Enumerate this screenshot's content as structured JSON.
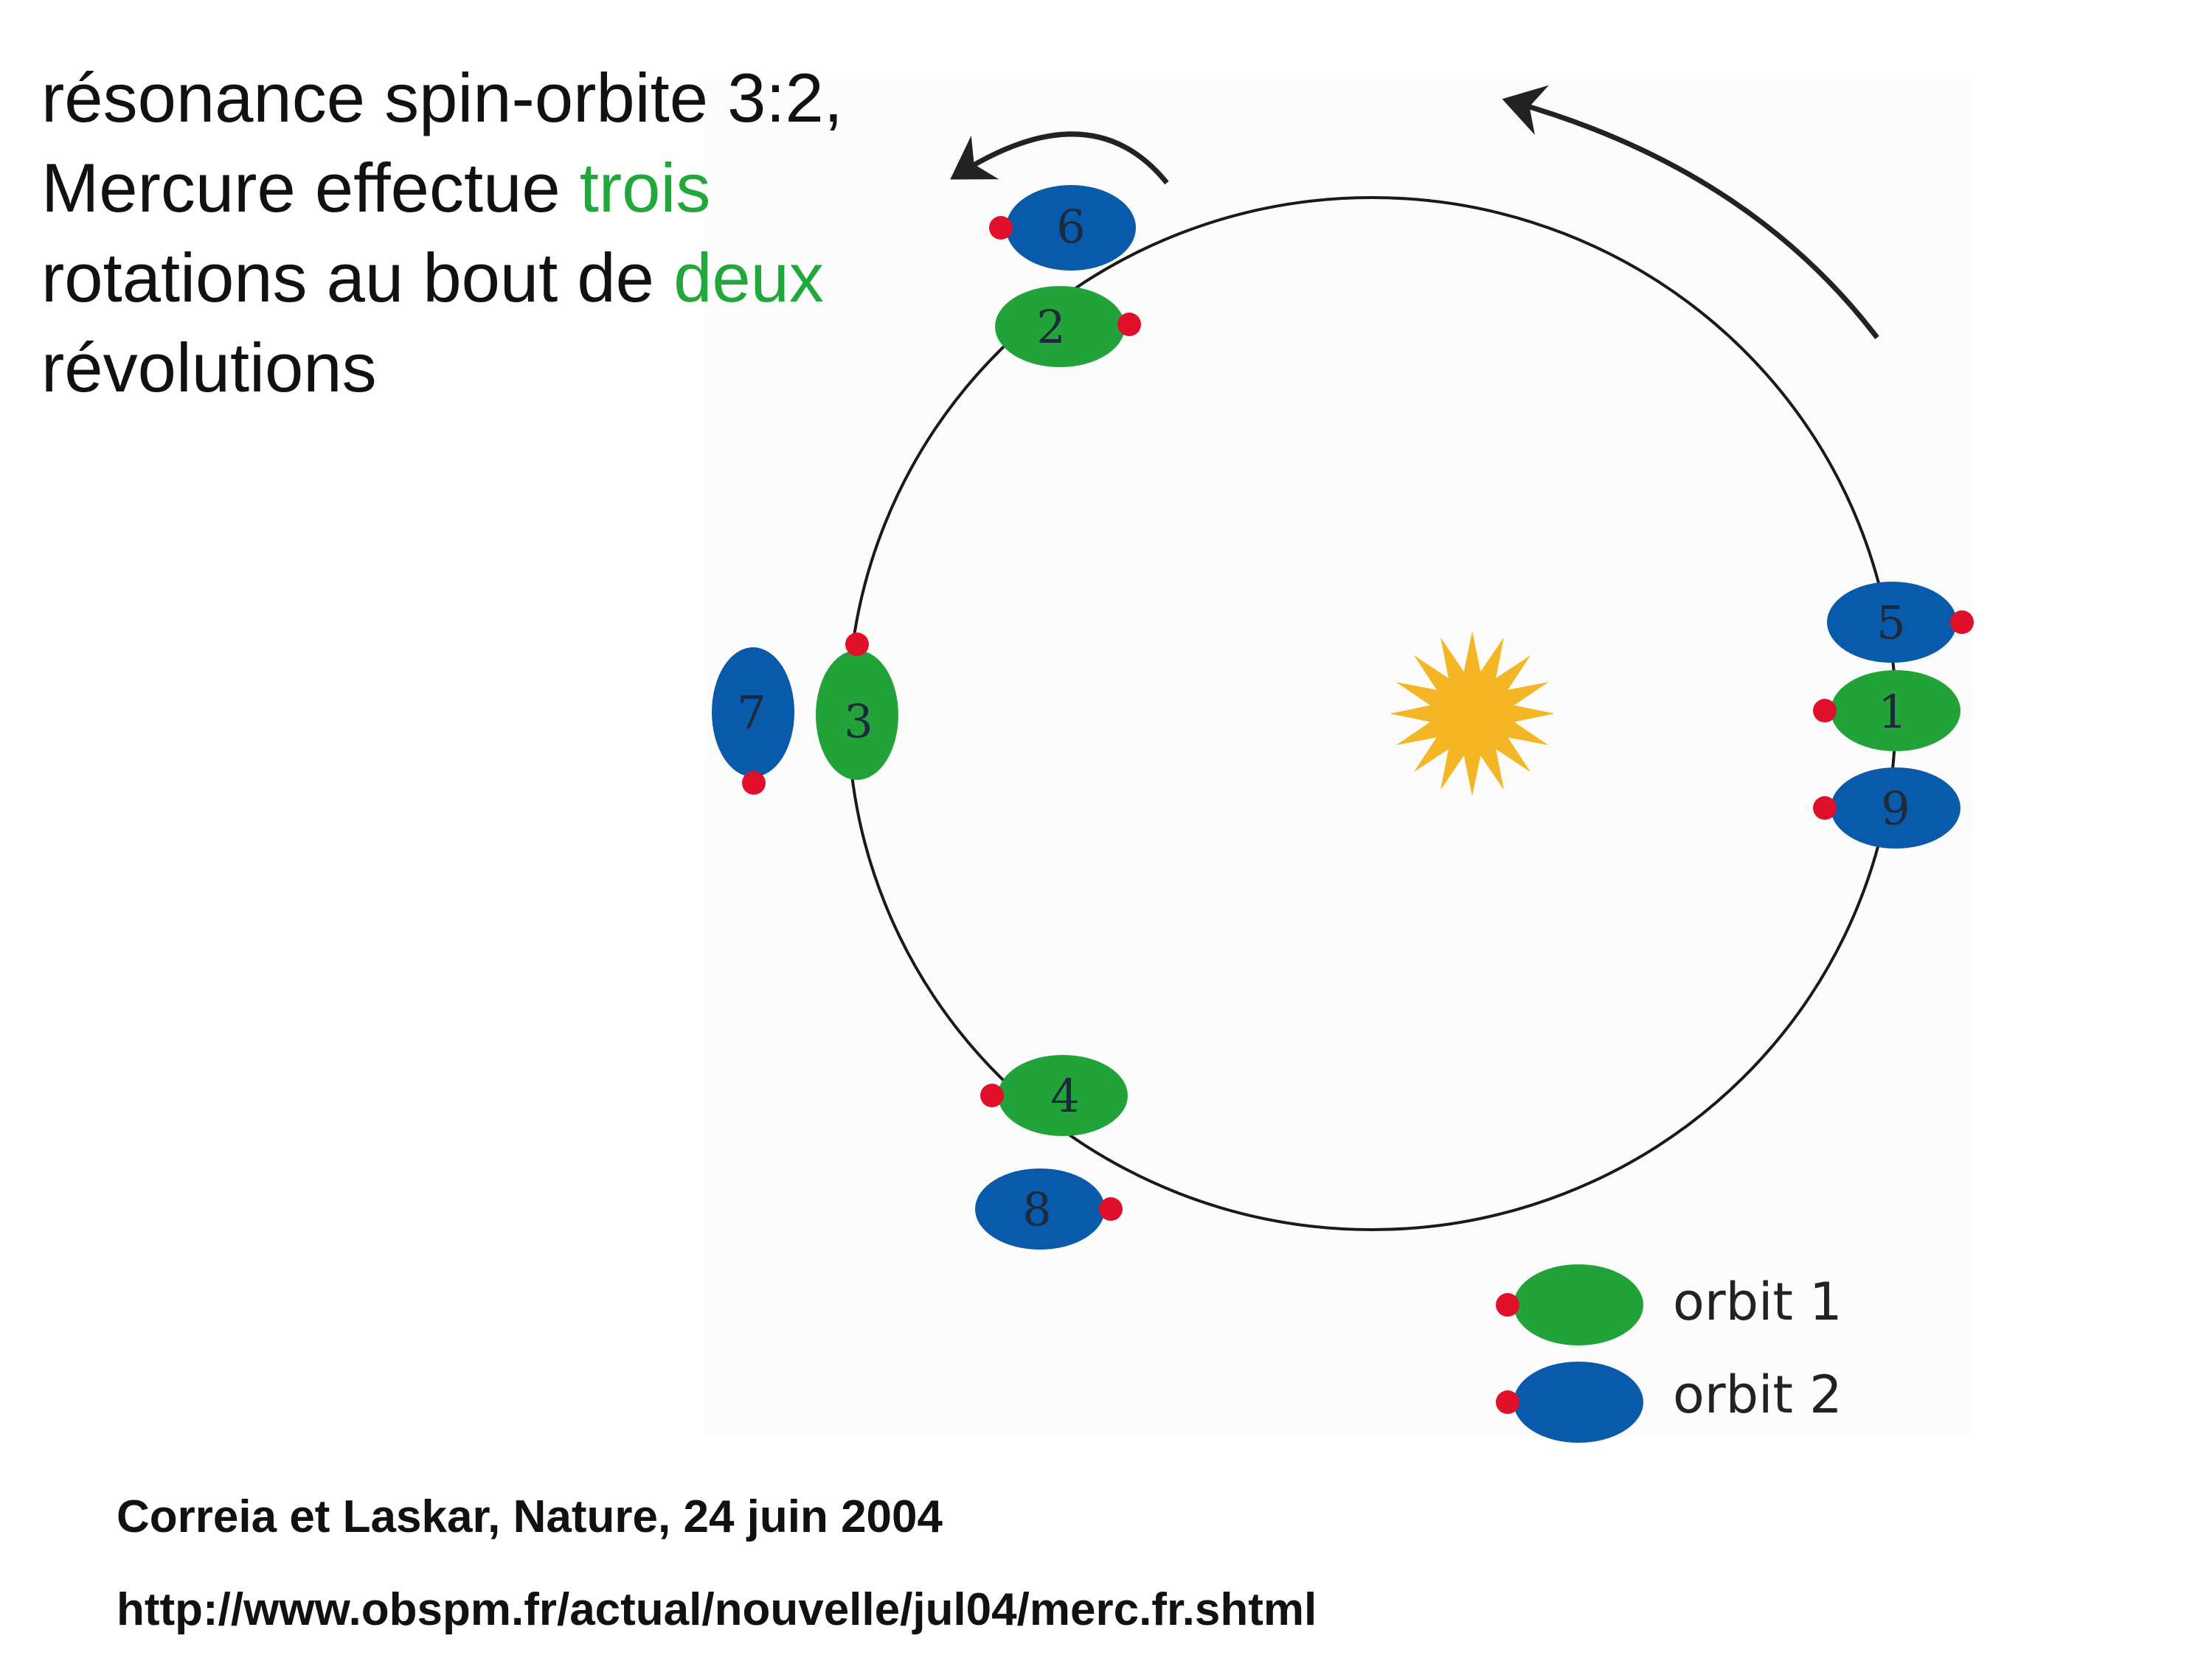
{
  "caption": {
    "line1": "résonance spin-orbite 3:2,",
    "line2_pre": "Mercure effectue ",
    "line2_hl": "trois",
    "line3_pre": "rotations au bout de ",
    "line3_hl": "deux",
    "line4": "révolutions"
  },
  "labels": {
    "p1": "1",
    "p2": "2",
    "p3": "3",
    "p4": "4",
    "p5": "5",
    "p6": "6",
    "p7": "7",
    "p8": "8",
    "p9": "9"
  },
  "legend": {
    "orbit1": "orbit 1",
    "orbit2": "orbit 2"
  },
  "credits": {
    "reference": "Correia et Laskar, Nature, 24 juin 2004",
    "url": "http://www.obspm.fr/actual/nouvelle/jul04/merc.fr.shtml"
  },
  "colors": {
    "orbit1": "#22a33a",
    "orbit2": "#0a5aab",
    "marker": "#e0102a",
    "sun": "#f4b625",
    "highlight_text": "#22a83a"
  }
}
